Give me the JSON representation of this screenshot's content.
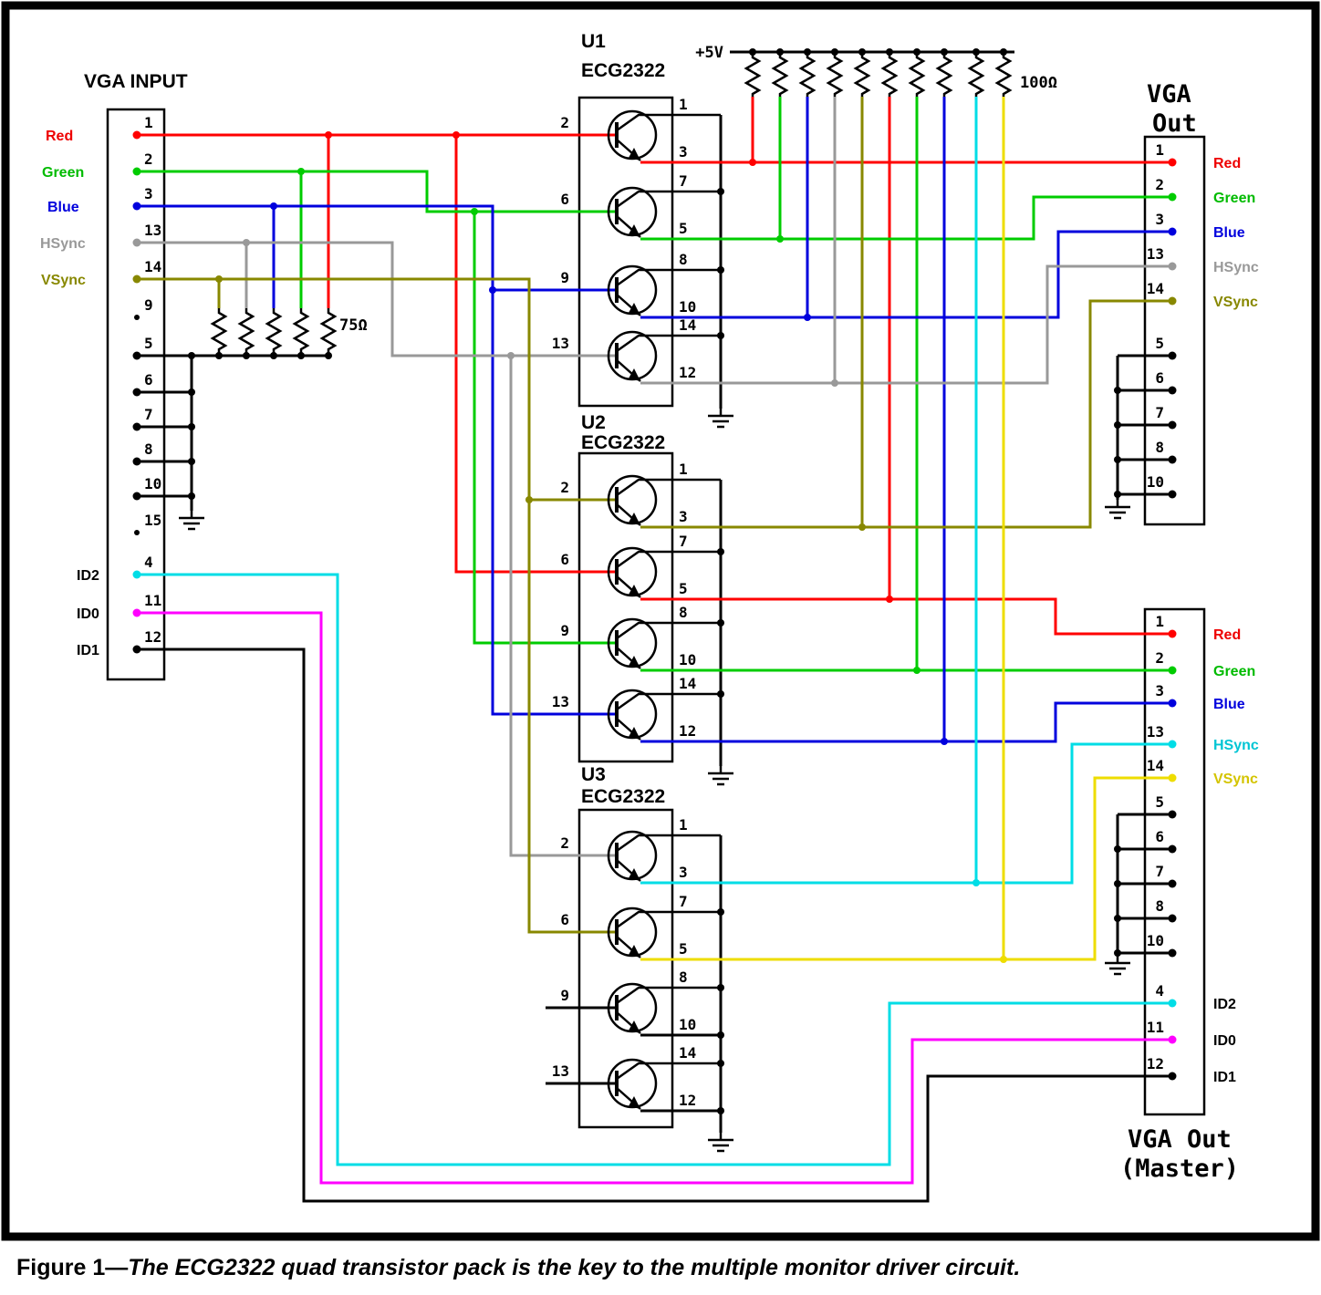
{
  "caption": {
    "label": "Figure 1—",
    "text": "The ECG2322 quad transistor pack is the key to the multiple monitor driver circuit."
  },
  "power": {
    "plus5": "+5V",
    "pullup": "100Ω",
    "termination": "75Ω"
  },
  "colors": {
    "red": "#ff0000",
    "green": "#00cc00",
    "blue": "#0000dd",
    "hsync_gray": "#999999",
    "vsync_olive": "#888800",
    "cyan": "#00dde6",
    "yellow": "#eedd00",
    "magenta": "#ff00ff",
    "black": "#000000"
  },
  "vga_input": {
    "title": "VGA INPUT",
    "pin_numbers": [
      "1",
      "2",
      "3",
      "13",
      "14",
      "9",
      "5",
      "6",
      "7",
      "8",
      "10",
      "15",
      "4",
      "11",
      "12"
    ],
    "signal_labels": [
      "Red",
      "Green",
      "Blue",
      "HSync",
      "VSync",
      "ID2",
      "ID0",
      "ID1"
    ]
  },
  "ics": [
    {
      "ref": "U1",
      "part": "ECG2322",
      "input_pins": [
        "2",
        "6",
        "9",
        "13"
      ],
      "collector_pins": [
        "1",
        "7",
        "8",
        "14"
      ],
      "emitter_pins": [
        "3",
        "5",
        "10",
        "12"
      ]
    },
    {
      "ref": "U2",
      "part": "ECG2322",
      "input_pins": [
        "2",
        "6",
        "9",
        "13"
      ],
      "collector_pins": [
        "1",
        "7",
        "8",
        "14"
      ],
      "emitter_pins": [
        "3",
        "5",
        "10",
        "12"
      ]
    },
    {
      "ref": "U3",
      "part": "ECG2322",
      "input_pins": [
        "2",
        "6",
        "9",
        "13"
      ],
      "collector_pins": [
        "1",
        "7",
        "8",
        "14"
      ],
      "emitter_pins": [
        "3",
        "5",
        "10",
        "12"
      ]
    }
  ],
  "vga_out": {
    "title_line1": "VGA",
    "title_line2": "Out",
    "pin_numbers": [
      "1",
      "2",
      "3",
      "13",
      "14",
      "5",
      "6",
      "7",
      "8",
      "10"
    ],
    "signal_labels": [
      "Red",
      "Green",
      "Blue",
      "HSync",
      "VSync"
    ]
  },
  "vga_out_master": {
    "title_line1": "VGA Out",
    "title_line2": "(Master)",
    "pin_numbers": [
      "1",
      "2",
      "3",
      "13",
      "14",
      "5",
      "6",
      "7",
      "8",
      "10",
      "4",
      "11",
      "12"
    ],
    "signal_labels": [
      "Red",
      "Green",
      "Blue",
      "HSync",
      "VSync",
      "ID2",
      "ID0",
      "ID1"
    ]
  }
}
